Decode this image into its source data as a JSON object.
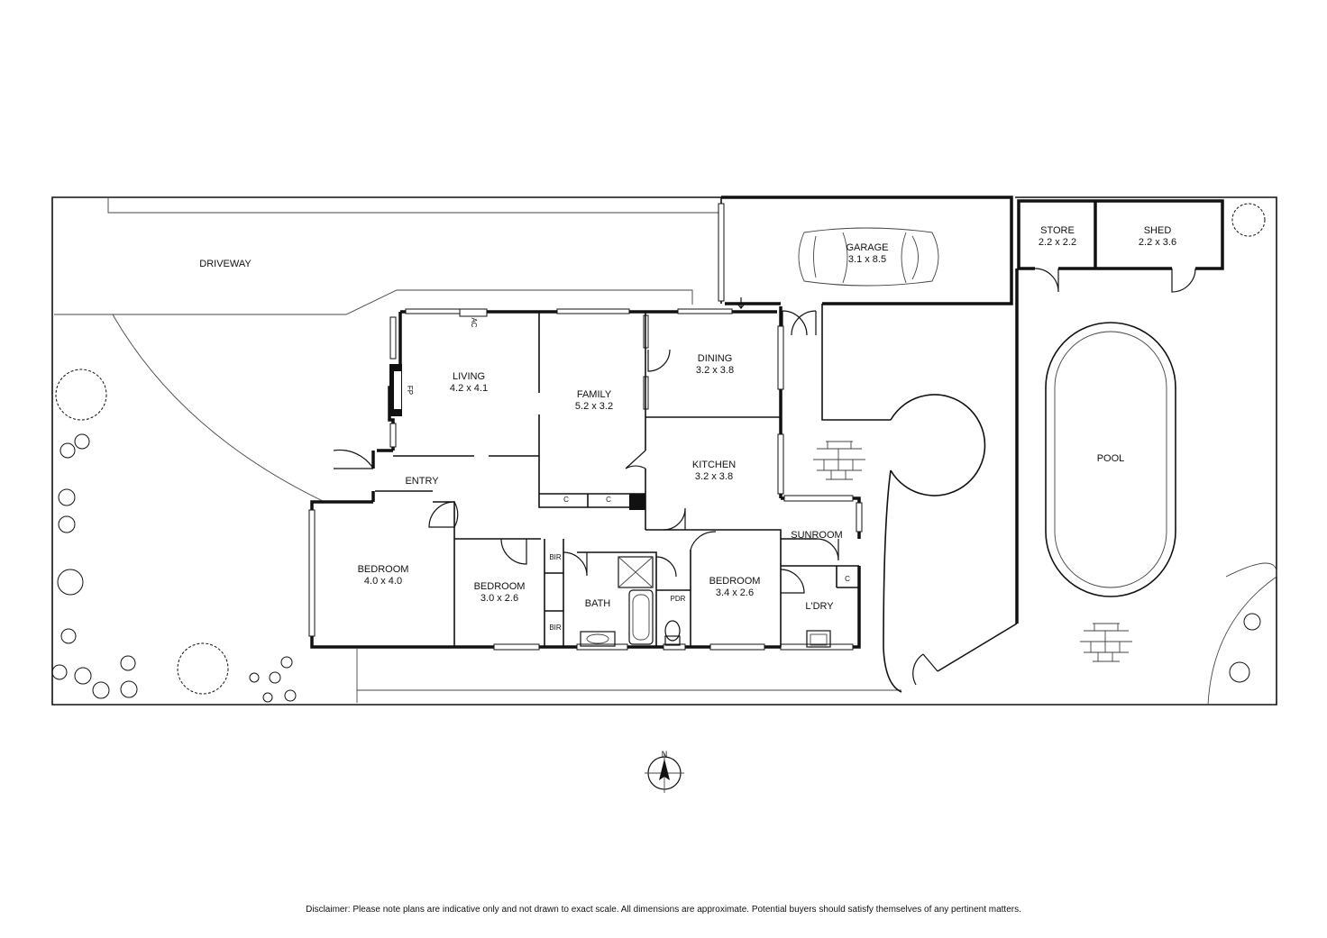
{
  "rooms": {
    "driveway": {
      "name": "DRIVEWAY"
    },
    "garage": {
      "name": "GARAGE",
      "dims": "3.1 x 8.5"
    },
    "store": {
      "name": "STORE",
      "dims": "2.2 x 2.2"
    },
    "shed": {
      "name": "SHED",
      "dims": "2.2 x 3.6"
    },
    "living": {
      "name": "LIVING",
      "dims": "4.2 x 4.1"
    },
    "family": {
      "name": "FAMILY",
      "dims": "5.2 x 3.2"
    },
    "dining": {
      "name": "DINING",
      "dims": "3.2 x 3.8"
    },
    "kitchen": {
      "name": "KITCHEN",
      "dims": "3.2 x 3.8"
    },
    "entry": {
      "name": "ENTRY"
    },
    "sunroom": {
      "name": "SUNROOM"
    },
    "pool": {
      "name": "POOL"
    },
    "bedroom1": {
      "name": "BEDROOM",
      "dims": "4.0 x 4.0"
    },
    "bedroom2": {
      "name": "BEDROOM",
      "dims": "3.0 x 2.6"
    },
    "bedroom3": {
      "name": "BEDROOM",
      "dims": "3.4 x 2.6"
    },
    "bath": {
      "name": "BATH"
    },
    "laundry": {
      "name": "L'DRY"
    },
    "pdr": {
      "name": "PDR"
    }
  },
  "fixtures": {
    "ac": "AC",
    "fp": "FP",
    "cupboard": "C",
    "bir": "BIR"
  },
  "compass": {
    "north": "N"
  },
  "disclaimer": "Disclaimer: Please note plans are indicative only and not drawn to exact scale. All dimensions are approximate. Potential buyers should satisfy themselves of any pertinent matters."
}
